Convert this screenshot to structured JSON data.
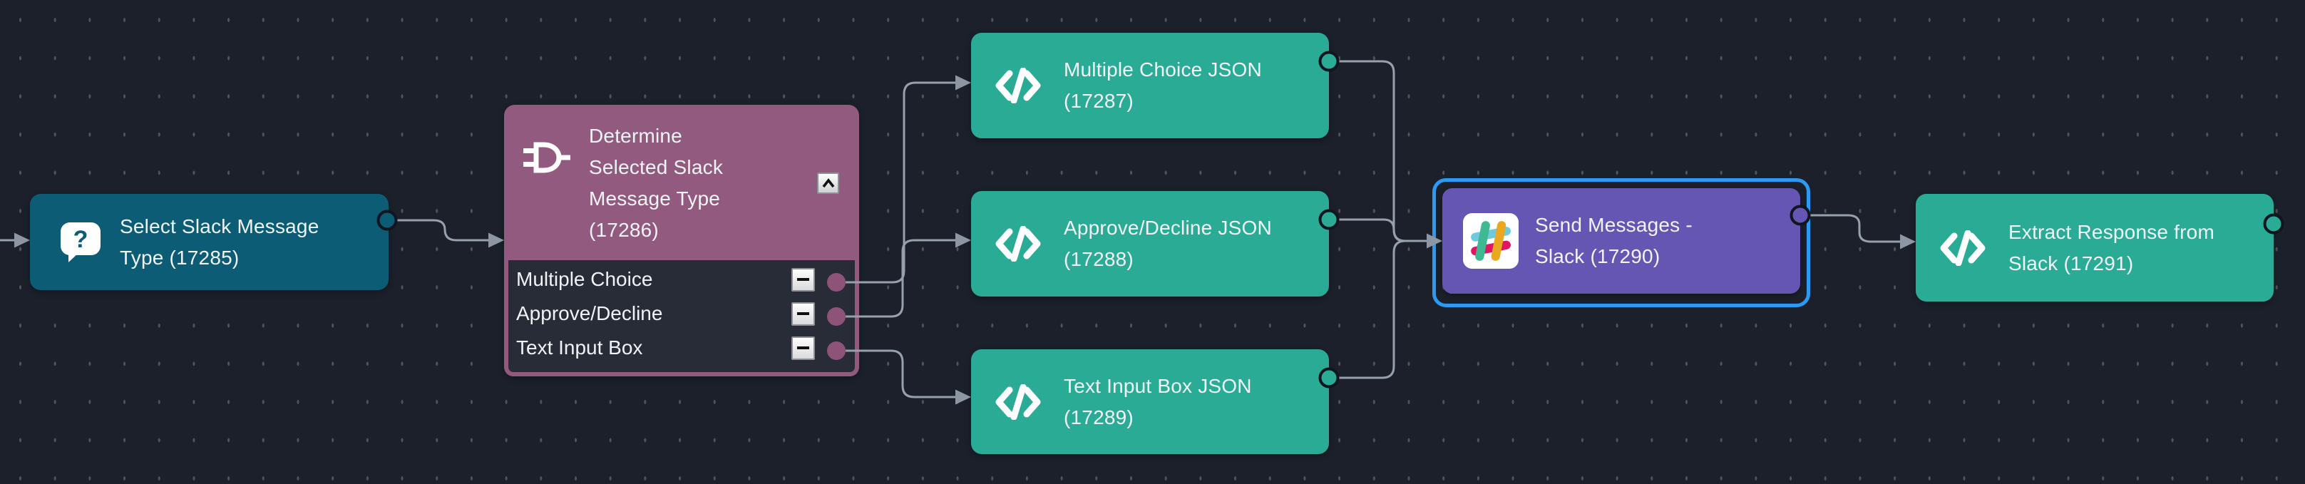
{
  "canvas": {
    "background": "#1b202b",
    "grid_dash_color": "#51555a"
  },
  "palette": {
    "teal_dark": "#0b5c74",
    "green": "#2aab96",
    "mauve": "#925a7e",
    "options_panel_dark": "#272c37",
    "purple": "#6656b4",
    "selection_blue": "#2a9af4",
    "edge_gray": "#97a1ac",
    "port_ring_dark": "#10151f"
  },
  "nodes": {
    "select_slack_message_type": {
      "title": "Select Slack Message Type (17285)",
      "icon": "question-bubble-icon"
    },
    "determine_selected_slack_message_type": {
      "title": "Determine Selected Slack Message Type (17286)",
      "icon": "plug-icon",
      "outputs": [
        "Multiple Choice",
        "Approve/Decline",
        "Text Input Box"
      ],
      "controls": {
        "collapse": "chevron-up-icon",
        "remove_output": "minus-icon"
      }
    },
    "multiple_choice_json": {
      "title": "Multiple Choice JSON (17287)",
      "icon": "code-icon"
    },
    "approve_decline_json": {
      "title": "Approve/Decline JSON (17288)",
      "icon": "code-icon"
    },
    "text_input_box_json": {
      "title": "Text Input Box JSON (17289)",
      "icon": "code-icon"
    },
    "send_messages_slack": {
      "title": "Send Messages - Slack (17290)",
      "icon": "slack-icon",
      "selected": true
    },
    "extract_response_from_slack": {
      "title": "Extract Response from Slack (17291)",
      "icon": "code-icon"
    }
  }
}
